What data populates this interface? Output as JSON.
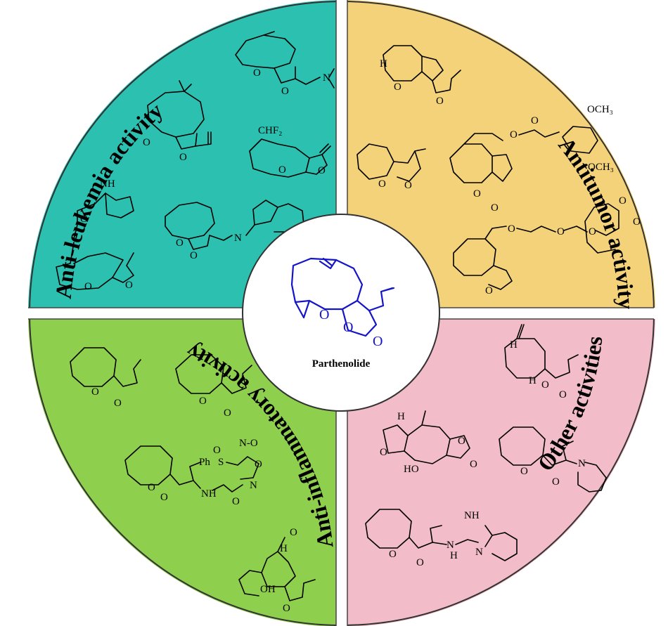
{
  "center": {
    "label": "Parthenolide",
    "atoms": {
      "O1": "O",
      "O2": "O",
      "O3": "O"
    }
  },
  "quadrants": [
    {
      "key": "anti_leukemia",
      "label": "Anti-leukemia activity",
      "color": "#2cc0b0"
    },
    {
      "key": "antitumor",
      "label": "Antitumor activity",
      "color": "#f3d27a"
    },
    {
      "key": "anti_inflammatory",
      "label": "Anti-inflammatory activity",
      "color": "#8fcf4e"
    },
    {
      "key": "other",
      "label": "Other activities",
      "color": "#f2bcc8"
    }
  ],
  "atom_labels": {
    "N": "N",
    "NH": "NH",
    "O": "O",
    "H": "H",
    "HO": "HO",
    "OH": "OH",
    "CHF2": "CHF₂",
    "OCH3": "OCH₃",
    "Ph": "Ph",
    "S": "S",
    "N_minus_O": "N-O"
  }
}
